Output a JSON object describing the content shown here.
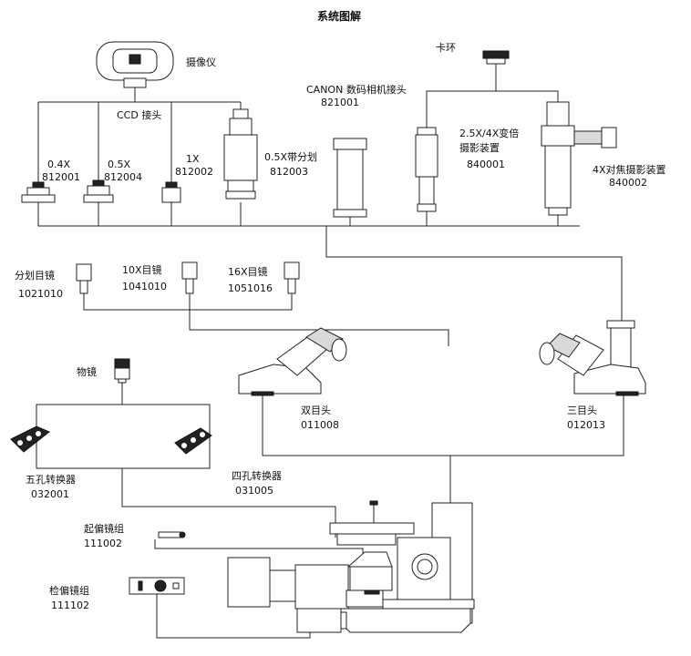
{
  "title": "系统图解",
  "parts": {
    "camera": {
      "label": "摄像仪"
    },
    "ccd": {
      "label": "CCD 接头"
    },
    "a04": {
      "label": "0.4X",
      "code": "812001"
    },
    "a05": {
      "label": "0.5X",
      "code": "812004"
    },
    "a1": {
      "label": "1X",
      "code": "812002"
    },
    "a05r": {
      "label": "0.5X带分划",
      "code": "812003"
    },
    "canon": {
      "label": "CANON 数码相机接头",
      "code": "821001"
    },
    "ring": {
      "label": "卡环"
    },
    "photo24": {
      "label1": "2.5X/4X变倍",
      "label2": "摄影装置",
      "code": "840001"
    },
    "photo4": {
      "label": "4X对焦摄影装置",
      "code": "840002"
    },
    "reticle": {
      "label": "分划目镜",
      "code": "1021010"
    },
    "ep10": {
      "label": "10X目镜",
      "code": "1041010"
    },
    "ep16": {
      "label": "16X目镜",
      "code": "1051016"
    },
    "objective": {
      "label": "物镜"
    },
    "bino": {
      "label": "双目头",
      "code": "011008"
    },
    "trino": {
      "label": "三目头",
      "code": "012013"
    },
    "nose5": {
      "label": "五孔转换器",
      "code": "032001"
    },
    "nose4": {
      "label": "四孔转换器",
      "code": "031005"
    },
    "polarizer": {
      "label": "起偏镜组",
      "code": "111002"
    },
    "analyzer": {
      "label": "检偏镜组",
      "code": "111102"
    }
  }
}
